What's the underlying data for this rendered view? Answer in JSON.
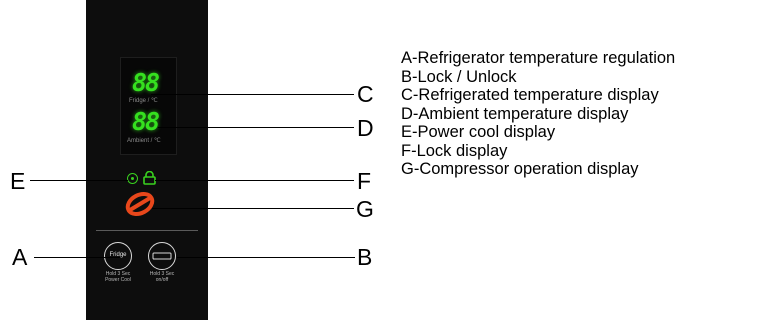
{
  "panel": {
    "fridge_digits": "88",
    "fridge_label": "Fridge / ℃",
    "ambient_digits": "88",
    "ambient_label": "Ambient / ℃",
    "fridge_button_label": "Fridge",
    "fridge_button_caption_1": "Hold 3 Sec",
    "fridge_button_caption_2": "Power Cool",
    "lock_button_caption_1": "Hold 3 Sec",
    "lock_button_caption_2": "on/off",
    "accent_green": "#39d11f",
    "compressor_color": "#e8471b"
  },
  "callouts": {
    "A": "A",
    "B": "B",
    "C": "C",
    "D": "D",
    "E": "E",
    "F": "F",
    "G": "G"
  },
  "legend": [
    "A-Refrigerator temperature regulation",
    "B-Lock / Unlock",
    "C-Refrigerated temperature display",
    "D-Ambient temperature display",
    "E-Power cool display",
    "F-Lock display",
    "G-Compressor operation display"
  ]
}
